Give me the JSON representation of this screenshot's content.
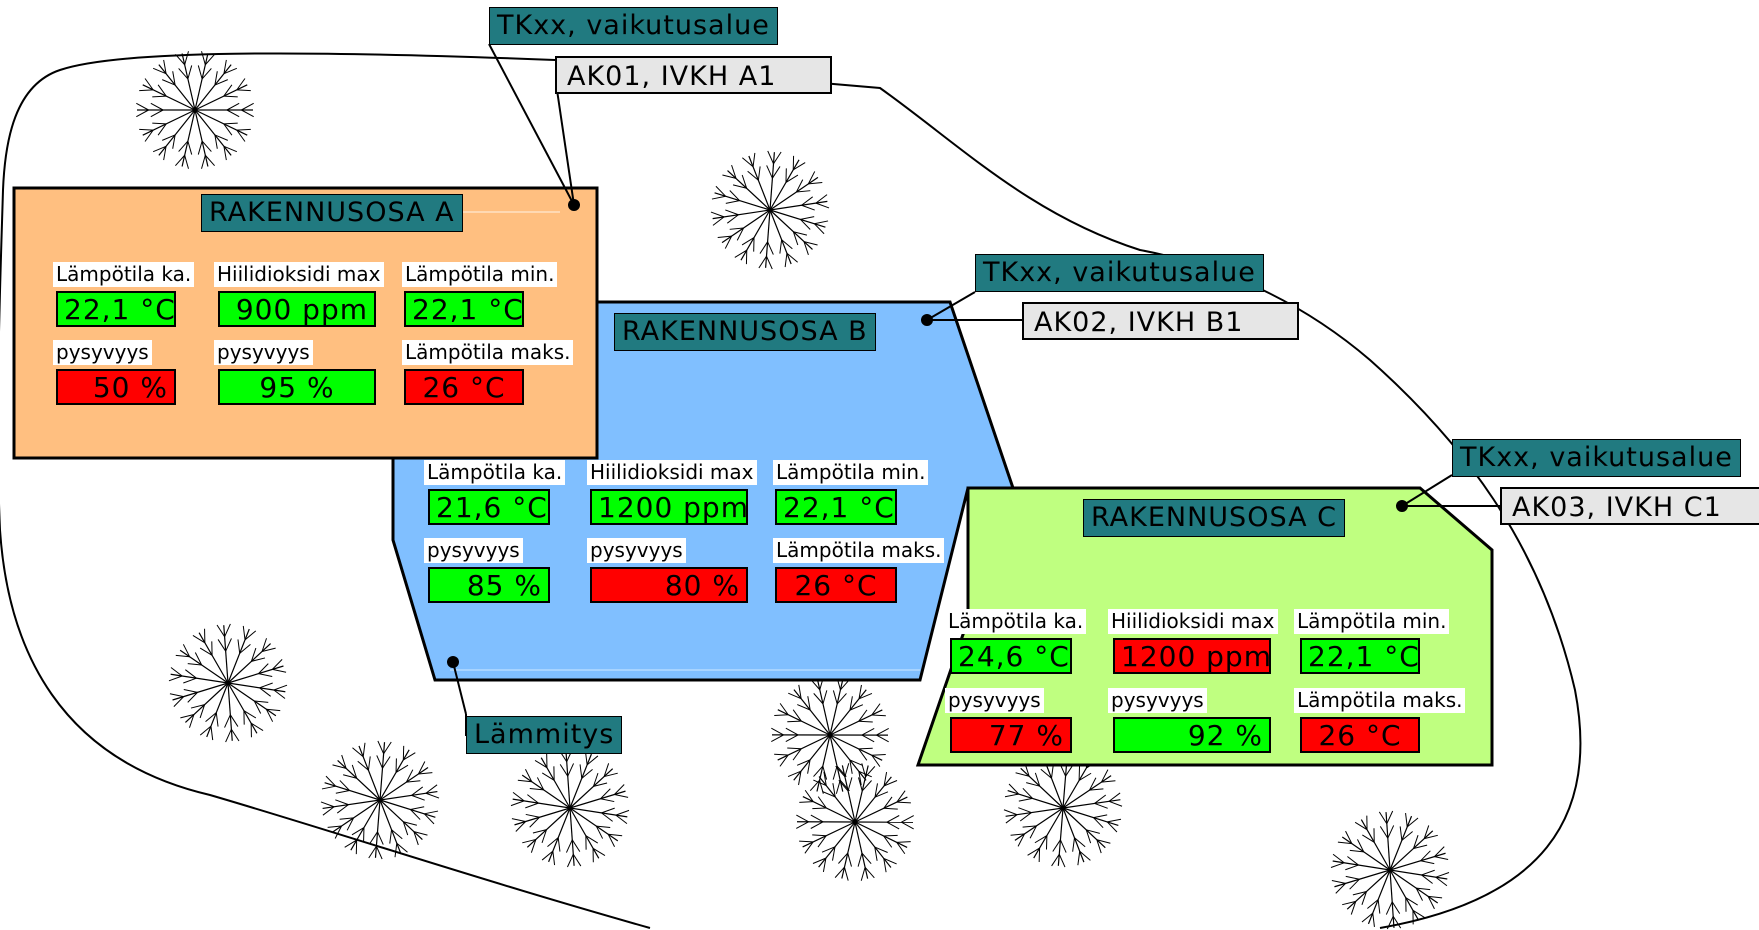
{
  "region_labels": {
    "a": "TKxx, vaikutusalue",
    "b": "TKxx, vaikutusalue",
    "c": "TKxx, vaikutusalue"
  },
  "units": {
    "a": "AK01, IVKH A1",
    "b": "AK02, IVKH B1",
    "c": "AK03, IVKH C1"
  },
  "heating_label": "Lämmitys",
  "buildings": {
    "a": {
      "title": "RAKENNUSOSA A",
      "color": "#ffbf80",
      "temp_avg_label": "Lämpötila ka.",
      "temp_avg": "22,1 °C",
      "temp_avg_status": "ok",
      "co2_label": "Hiilidioksidi max",
      "co2": "900 ppm",
      "co2_status": "ok",
      "temp_min_label": "Lämpötila min.",
      "temp_min": "22,1 °C",
      "temp_min_status": "ok",
      "stab1_label": "pysyvyys",
      "stab1": "50 %",
      "stab1_status": "bad",
      "stab2_label": "pysyvyys",
      "stab2": "95 %",
      "stab2_status": "ok",
      "temp_max_label": "Lämpötila maks.",
      "temp_max": "26 °C",
      "temp_max_status": "bad"
    },
    "b": {
      "title": "RAKENNUSOSA B",
      "color": "#80bfff",
      "temp_avg_label": "Lämpötila ka.",
      "temp_avg": "21,6 °C",
      "temp_avg_status": "ok",
      "co2_label": "Hiilidioksidi max",
      "co2": "1200 ppm",
      "co2_status": "ok",
      "temp_min_label": "Lämpötila min.",
      "temp_min": "22,1 °C",
      "temp_min_status": "ok",
      "stab1_label": "pysyvyys",
      "stab1": "85 %",
      "stab1_status": "ok",
      "stab2_label": "pysyvyys",
      "stab2": "80 %",
      "stab2_status": "bad",
      "temp_max_label": "Lämpötila maks.",
      "temp_max": "26 °C",
      "temp_max_status": "bad"
    },
    "c": {
      "title": "RAKENNUSOSA C",
      "color": "#bfff80",
      "temp_avg_label": "Lämpötila ka.",
      "temp_avg": "24,6 °C",
      "temp_avg_status": "ok",
      "co2_label": "Hiilidioksidi max",
      "co2": "1200 ppm",
      "co2_status": "bad",
      "temp_min_label": "Lämpötila min.",
      "temp_min": "22,1 °C",
      "temp_min_status": "ok",
      "stab1_label": "pysyvyys",
      "stab1": "77 %",
      "stab1_status": "bad",
      "stab2_label": "pysyvyys",
      "stab2": "92 %",
      "stab2_status": "ok",
      "temp_max_label": "Lämpötila maks.",
      "temp_max": "26 °C",
      "temp_max_status": "bad"
    }
  },
  "status_colors": {
    "ok": "#00ff00",
    "bad": "#ff0000"
  },
  "label_colors": {
    "region": "#217a80",
    "unit": "#e6e6e6"
  },
  "decorations": {
    "tree_icon": "tree-symbol-icon"
  }
}
